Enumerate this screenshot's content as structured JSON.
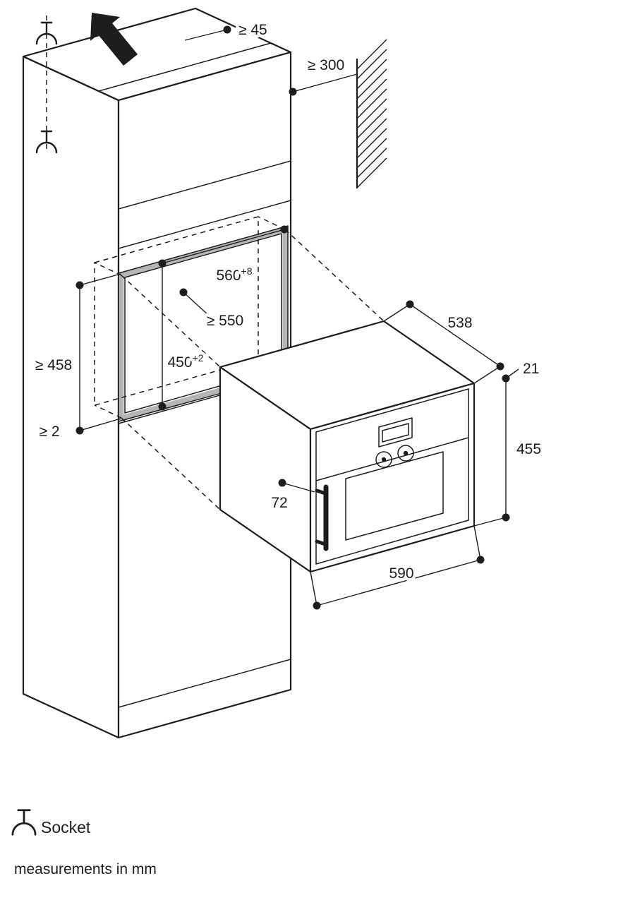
{
  "colors": {
    "background": "#ffffff",
    "line": "#1d1d1b",
    "niche_highlight": "#b5b5b5"
  },
  "icons": {
    "ventilation": "up-arrow-icon",
    "socket": "socket-icon"
  },
  "dims": {
    "top_clearance": {
      "main": "≥ 45",
      "sup": ""
    },
    "wall_clearance": {
      "main": "≥ 300",
      "sup": ""
    },
    "niche_width": {
      "main": "560",
      "sup": "+8"
    },
    "niche_depth": {
      "main": "≥ 550",
      "sup": ""
    },
    "left_height": {
      "main": "≥ 458",
      "sup": ""
    },
    "niche_height": {
      "main": "450",
      "sup": "+2"
    },
    "bottom_gap": {
      "main": "≥ 2",
      "sup": ""
    },
    "appliance_depth": {
      "main": "538",
      "sup": ""
    },
    "front_overhang": {
      "main": "21",
      "sup": ""
    },
    "appliance_height": {
      "main": "455",
      "sup": ""
    },
    "handle_clearance": {
      "main": "72",
      "sup": ""
    },
    "appliance_width": {
      "main": "590",
      "sup": ""
    }
  },
  "legend": {
    "socket_label": "Socket",
    "units_note": "measurements in mm"
  }
}
